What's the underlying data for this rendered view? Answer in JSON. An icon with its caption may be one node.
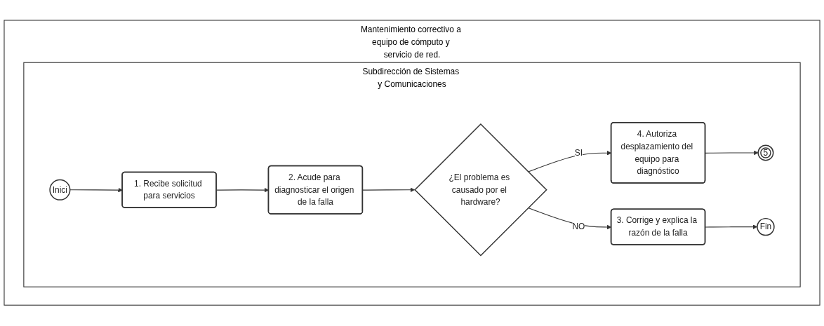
{
  "diagram": {
    "nodes": [
      {
        "text": [
          "Mantenimiento correctivo a equipo de cómputo y servicio de red."
        ]
      },
      {
        "text": [
          "Subdirección de Sistemas y Comunicaciones"
        ],
        "in": 0
      },
      {
        "text": [
          "Inici"
        ],
        "in": 1
      },
      {
        "text": [
          "1. Recibe solicitud para servicios"
        ],
        "in": 1
      },
      {
        "text": [
          "2. Acude para diagnosticar el origen de la falla"
        ],
        "in": 1
      },
      {
        "text": [
          "¿El problema es causado por el hardware?"
        ],
        "in": 1
      },
      {
        "text": [
          "3. Corrige y explica la razón de la falla"
        ],
        "in": 1
      },
      {
        "text": [
          "4. Autoriza desplazamiento del equipo para diagnóstico"
        ],
        "in": 1
      },
      {
        "text": [
          "5"
        ],
        "in": 1
      },
      {
        "text": [
          "Fin"
        ],
        "in": 1
      }
    ],
    "edges": [
      {
        "from": 2,
        "to": 3,
        "arrow": "to"
      },
      {
        "from": 3,
        "to": 4,
        "arrow": "to"
      },
      {
        "from": 4,
        "to": 5,
        "arrow": "to"
      },
      {
        "from": 5,
        "to": 7,
        "arrow": "to",
        "label": "SI"
      },
      {
        "from": 5,
        "to": 6,
        "arrow": "to",
        "label": "NO"
      },
      {
        "from": 7,
        "to": 8,
        "arrow": "to"
      },
      {
        "from": 6,
        "to": 9,
        "arrow": "to"
      }
    ]
  }
}
